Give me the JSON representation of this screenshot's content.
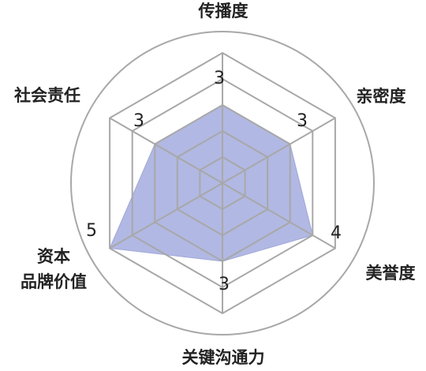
{
  "chart_data": {
    "type": "radar",
    "axes": [
      "传播度",
      "亲密度",
      "美誉度",
      "关键沟通力",
      "资本\n品牌价值",
      "社会责任"
    ],
    "values": [
      3,
      3,
      4,
      3,
      5,
      3
    ],
    "range": [
      0,
      5
    ],
    "rings": 5,
    "grid": true,
    "legend": "none",
    "colors": {
      "fill": "#a8b0e0",
      "stroke": "#a0a8d8",
      "grid": "#a8a8a8",
      "text": "#222222"
    }
  }
}
